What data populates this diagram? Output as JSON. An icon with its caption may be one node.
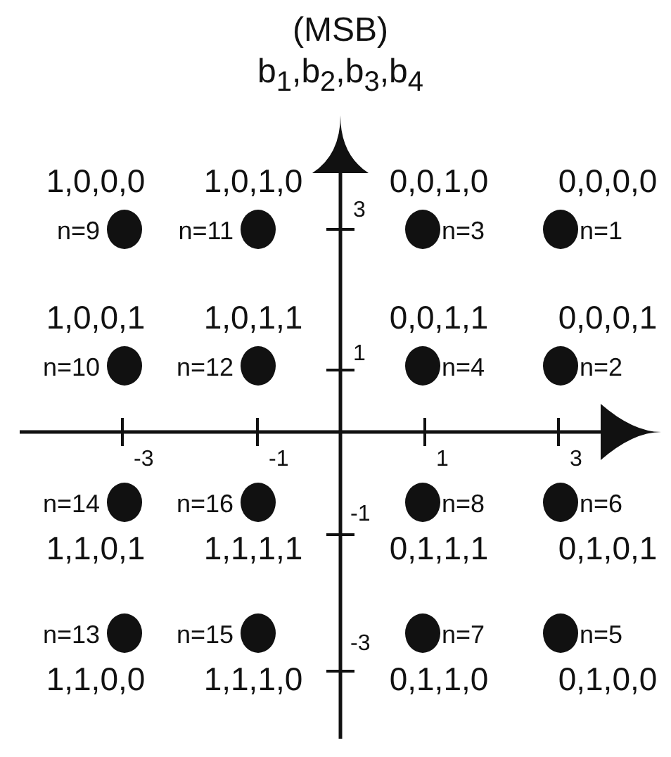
{
  "diagram": {
    "nodes": [
      {
        "text": [],
        "shape": "circle",
        "beside": [
          "1,0,0,0",
          "n=9"
        ]
      },
      {
        "text": [],
        "shape": "circle",
        "beside": [
          "1,0,1,0",
          "n=11"
        ]
      },
      {
        "text": [],
        "shape": "circle",
        "beside": [
          "0,0,1,0",
          "n=3"
        ]
      },
      {
        "text": [],
        "shape": "circle",
        "beside": [
          "0,0,0,0",
          "n=1"
        ]
      },
      {
        "text": [],
        "shape": "circle",
        "beside": [
          "1,0,0,1",
          "n=10"
        ]
      },
      {
        "text": [],
        "shape": "circle",
        "beside": [
          "1,0,1,1",
          "n=12"
        ]
      },
      {
        "text": [],
        "shape": "circle",
        "beside": [
          "0,0,1,1",
          "n=4"
        ]
      },
      {
        "text": [],
        "shape": "circle",
        "beside": [
          "0,0,0,1",
          "n=2"
        ]
      },
      {
        "text": [],
        "shape": "circle",
        "beside": [
          "n=14",
          "1,1,0,1"
        ]
      },
      {
        "text": [],
        "shape": "circle",
        "beside": [
          "n=16",
          "1,1,1,1"
        ]
      },
      {
        "text": [],
        "shape": "circle",
        "beside": [
          "n=8",
          "0,1,1,1"
        ]
      },
      {
        "text": [],
        "shape": "circle",
        "beside": [
          "n=6",
          "0,1,0,1"
        ]
      },
      {
        "text": [],
        "shape": "circle",
        "beside": [
          "n=13",
          "1,1,0,0"
        ]
      },
      {
        "text": [],
        "shape": "circle",
        "beside": [
          "n=15",
          "1,1,1,0"
        ]
      },
      {
        "text": [],
        "shape": "circle",
        "beside": [
          "n=7",
          "0,1,1,0"
        ]
      },
      {
        "text": [],
        "shape": "circle",
        "beside": [
          "n=5",
          "0,1,0,0"
        ]
      }
    ],
    "labels": [
      "(MSB)",
      "b$_{1}$,b$_{2}$,b$_{3}$,b$_{4}$",
      "3",
      "1",
      "-3",
      "-1",
      "1",
      "3",
      "-1",
      "-3"
    ]
  }
}
